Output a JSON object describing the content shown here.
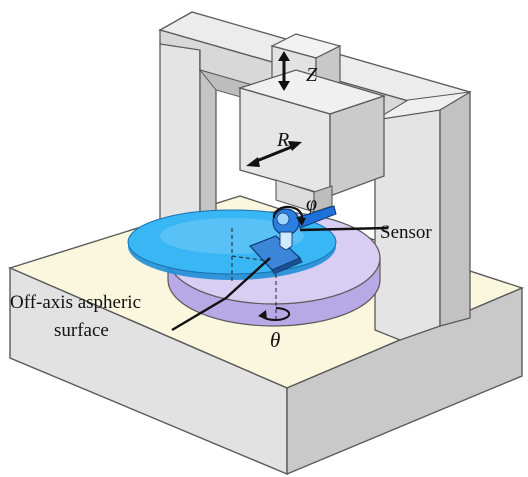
{
  "labels": {
    "z_axis": "Z",
    "r_axis": "R",
    "phi_axis": "φ",
    "theta_axis": "θ",
    "sensor": "Sensor",
    "surface_line1": "Off-axis aspheric",
    "surface_line2": "surface"
  },
  "colors": {
    "frame_light": "#e9e9e9",
    "frame_mid": "#d2d2d2",
    "frame_dark": "#b9b9b9",
    "edge": "#5a5a5a",
    "base_top": "#fbf7df",
    "base_front": "#e2e2e2",
    "base_side": "#c9c9c9",
    "turntable_top": "#d8cdf3",
    "turntable_side": "#b7a8e6",
    "workpiece": "#2aaaf0",
    "sensor_blue": "#1f6fd8"
  }
}
